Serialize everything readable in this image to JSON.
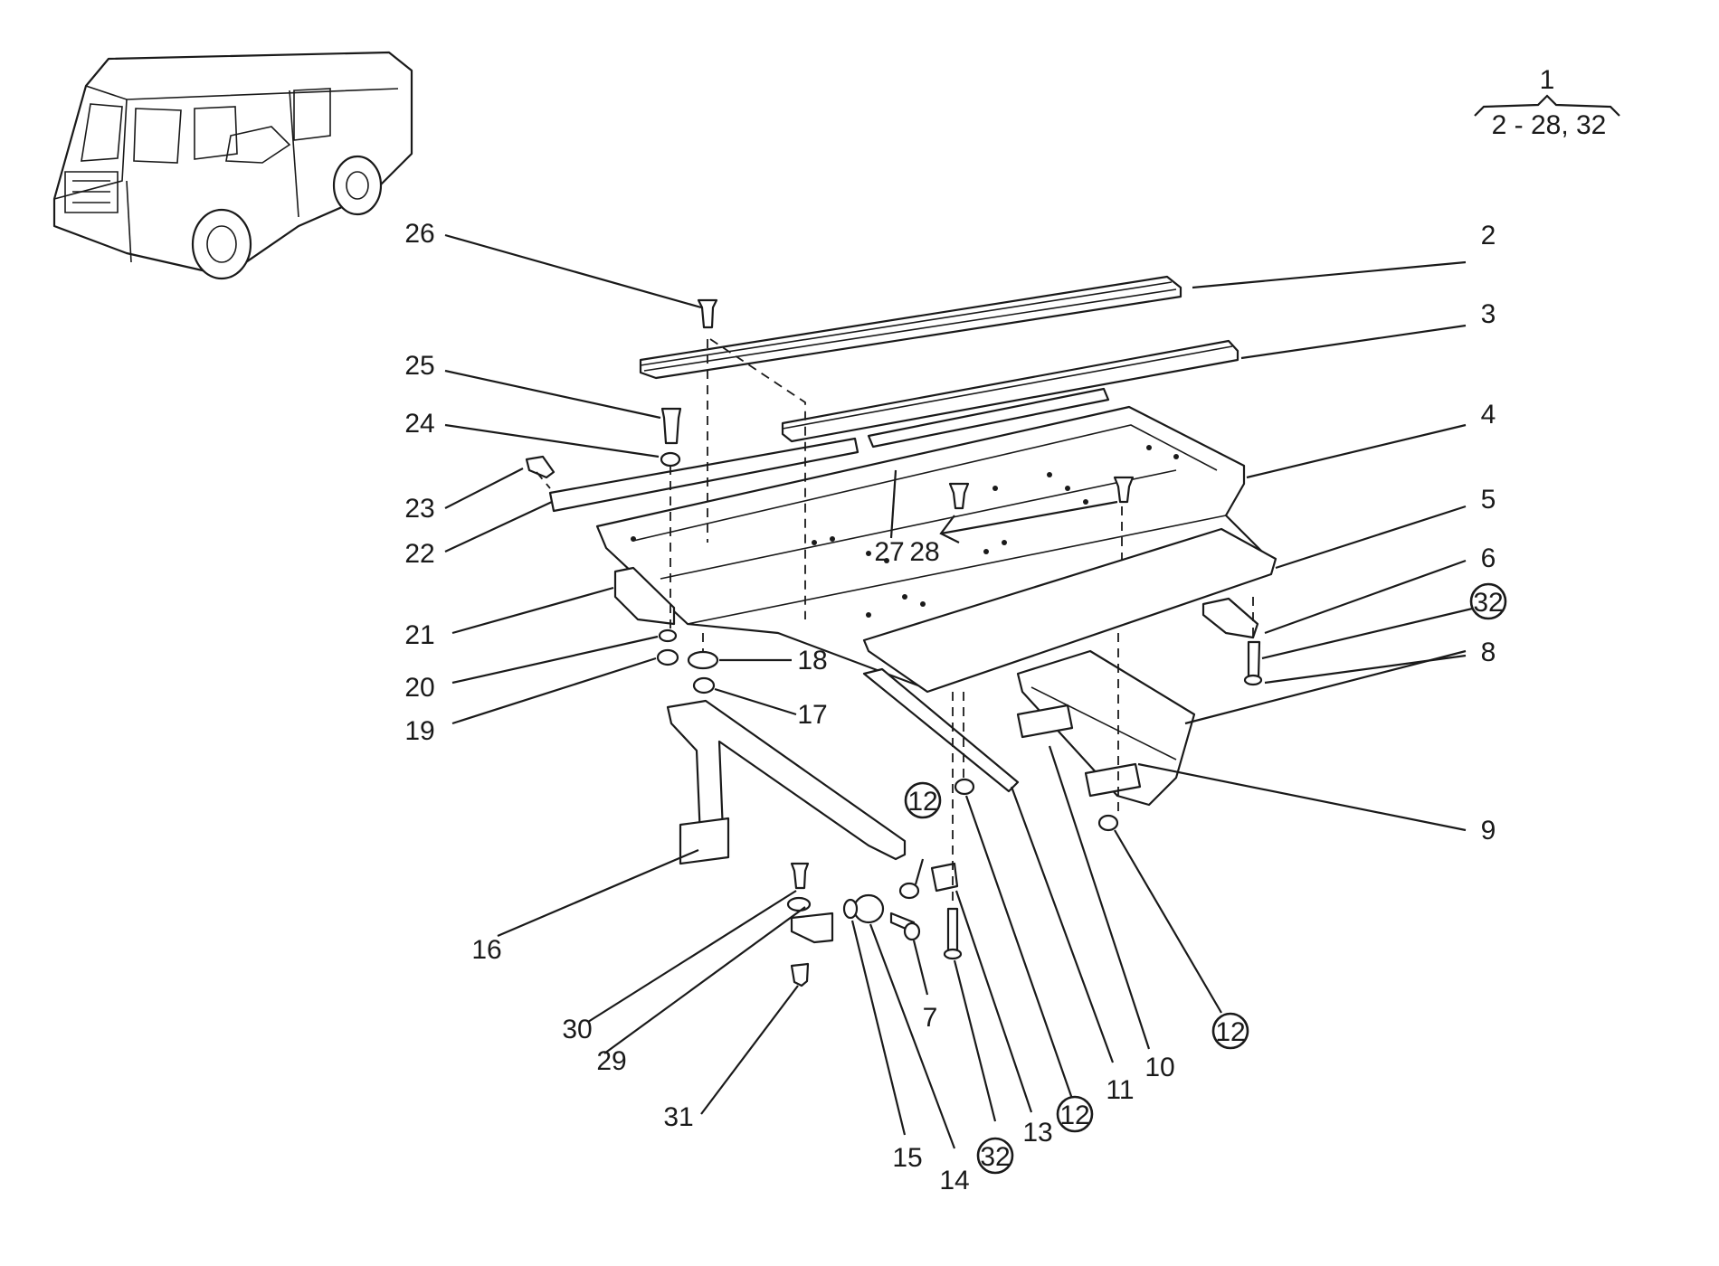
{
  "header": {
    "group_number": "1",
    "group_range": "2 - 28, 32"
  },
  "vehicle_icon": "truck-cab-locator-icon",
  "callouts": [
    {
      "id": "c2",
      "label": "2",
      "circled": false
    },
    {
      "id": "c3",
      "label": "3",
      "circled": false
    },
    {
      "id": "c4",
      "label": "4",
      "circled": false
    },
    {
      "id": "c5",
      "label": "5",
      "circled": false
    },
    {
      "id": "c6",
      "label": "6",
      "circled": false
    },
    {
      "id": "c32a",
      "label": "32",
      "circled": true
    },
    {
      "id": "c8",
      "label": "8",
      "circled": false
    },
    {
      "id": "c9",
      "label": "9",
      "circled": false
    },
    {
      "id": "c12a",
      "label": "12",
      "circled": true
    },
    {
      "id": "c10",
      "label": "10",
      "circled": false
    },
    {
      "id": "c11",
      "label": "11",
      "circled": false
    },
    {
      "id": "c12b",
      "label": "12",
      "circled": true
    },
    {
      "id": "c13",
      "label": "13",
      "circled": false
    },
    {
      "id": "c32b",
      "label": "32",
      "circled": true
    },
    {
      "id": "c14",
      "label": "14",
      "circled": false
    },
    {
      "id": "c15",
      "label": "15",
      "circled": false
    },
    {
      "id": "c7",
      "label": "7",
      "circled": false
    },
    {
      "id": "c12c",
      "label": "12",
      "circled": true
    },
    {
      "id": "c16",
      "label": "16",
      "circled": false
    },
    {
      "id": "c17",
      "label": "17",
      "circled": false
    },
    {
      "id": "c18",
      "label": "18",
      "circled": false
    },
    {
      "id": "c19",
      "label": "19",
      "circled": false
    },
    {
      "id": "c20",
      "label": "20",
      "circled": false
    },
    {
      "id": "c21",
      "label": "21",
      "circled": false
    },
    {
      "id": "c22",
      "label": "22",
      "circled": false
    },
    {
      "id": "c23",
      "label": "23",
      "circled": false
    },
    {
      "id": "c24",
      "label": "24",
      "circled": false
    },
    {
      "id": "c25",
      "label": "25",
      "circled": false
    },
    {
      "id": "c26",
      "label": "26",
      "circled": false
    },
    {
      "id": "c27",
      "label": "27",
      "circled": false
    },
    {
      "id": "c28",
      "label": "28",
      "circled": false
    },
    {
      "id": "c29",
      "label": "29",
      "circled": false
    },
    {
      "id": "c30",
      "label": "30",
      "circled": false
    },
    {
      "id": "c31",
      "label": "31",
      "circled": false
    }
  ]
}
